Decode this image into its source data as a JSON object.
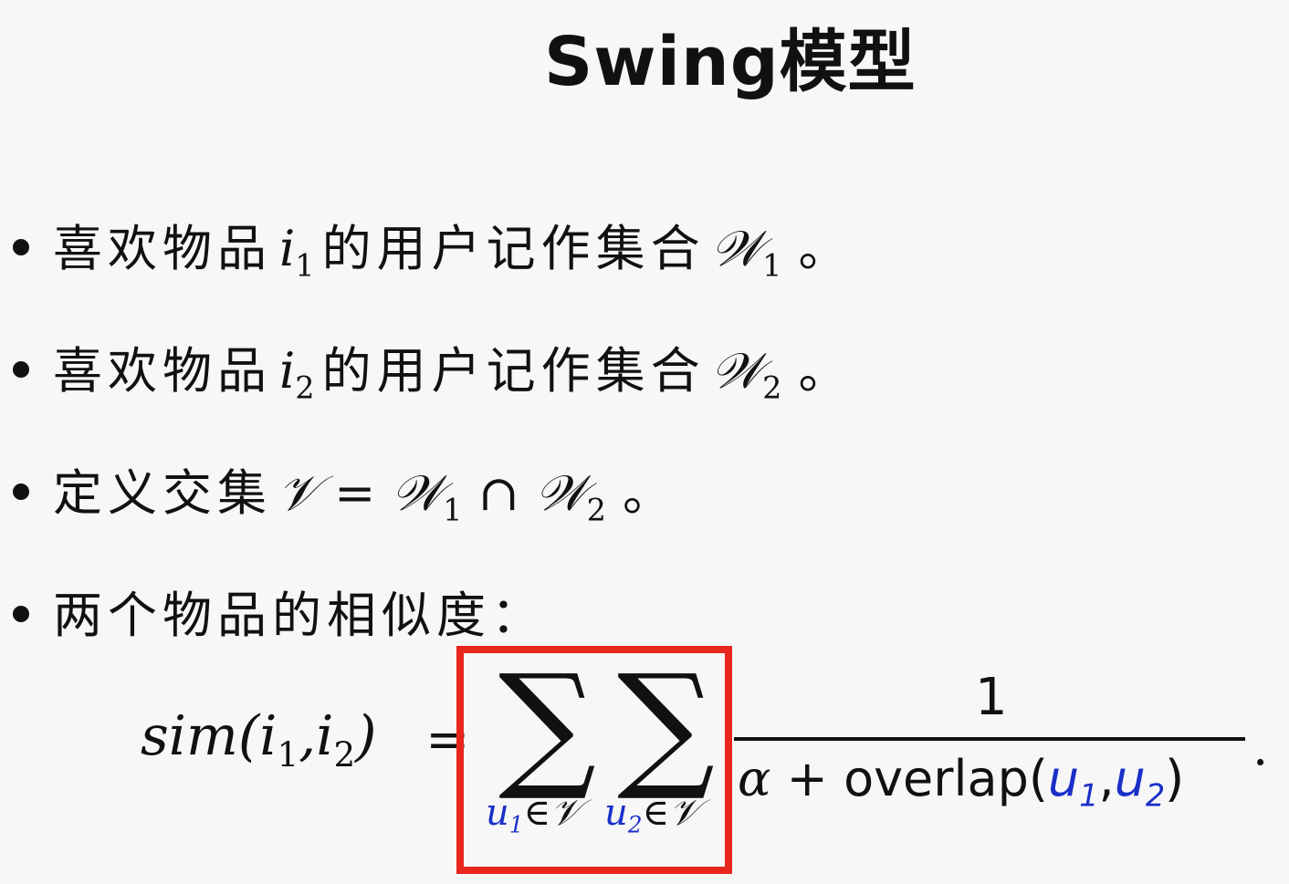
{
  "title": "Swing模型",
  "bullets": [
    {
      "text": "喜欢物品",
      "var": "i",
      "var_sub": "1",
      "text2": "的用户记作集合",
      "set": "𝒲",
      "set_sub": "1",
      "end": "。"
    },
    {
      "text": "喜欢物品",
      "var": "i",
      "var_sub": "2",
      "text2": "的用户记作集合",
      "set": "𝒲",
      "set_sub": "2",
      "end": "。"
    },
    {
      "text": "定义交集",
      "expr": {
        "v": "𝒱",
        "eq": "=",
        "w": "𝒲",
        "w1_sub": "1",
        "cap": "∩",
        "w2_sub": "2"
      },
      "end": "。"
    },
    {
      "text": "两个物品的相似度："
    }
  ],
  "formula": {
    "lhs_func": "sim(",
    "lhs_i": "i",
    "lhs_sub1": "1",
    "lhs_comma": ",",
    "lhs_sub2": "2",
    "lhs_close": ")",
    "equals": "=",
    "sigma": "∑",
    "sum1_var": "u",
    "sum1_sub": "1",
    "sum2_var": "u",
    "sum2_sub": "2",
    "element_of": "∈",
    "set": "𝒱",
    "numerator": "1",
    "denom_alpha": "α",
    "denom_plus": "+",
    "denom_func": "overlap(",
    "denom_u": "u",
    "denom_sub1": "1",
    "denom_comma": ",",
    "denom_sub2": "2",
    "denom_close": ")",
    "period": "."
  },
  "colors": {
    "highlight_box": "#e8261d",
    "summation_index": "#1a30c8",
    "background": "#f8f7f8"
  }
}
